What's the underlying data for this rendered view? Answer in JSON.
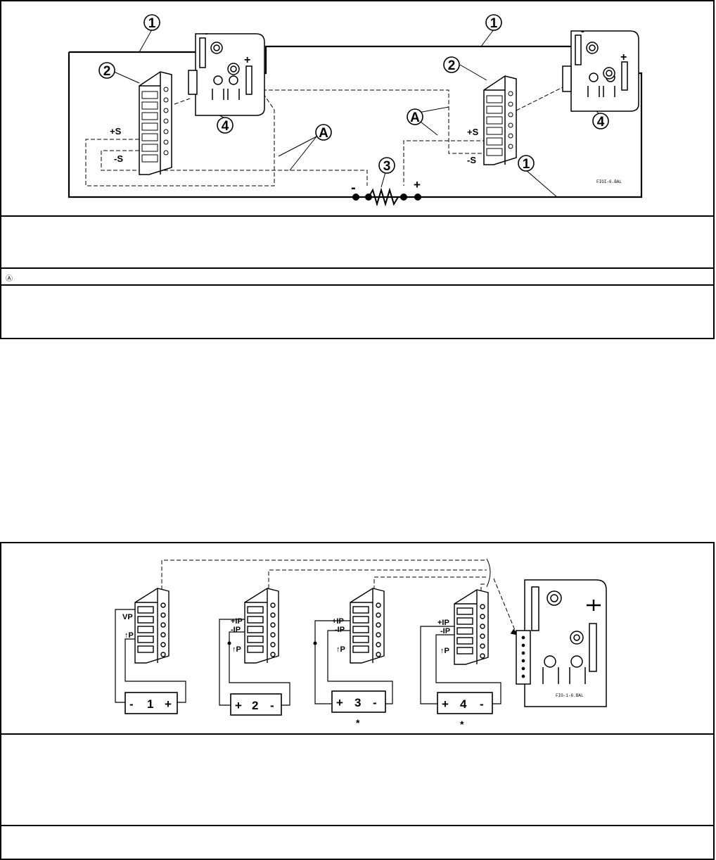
{
  "figure1": {
    "callouts": {
      "c1": "1",
      "c2": "2",
      "c3": "3",
      "c4": "4",
      "cA": "A"
    },
    "labels": {
      "plus_s": "+S",
      "minus_s": "-S",
      "plus": "+",
      "minus": "-"
    },
    "drawing_code": "FIGI-6.BAL"
  },
  "figure1_rows": {
    "key_symbol": "Ⓐ"
  },
  "figure2": {
    "left_labels": {
      "vp": "VP",
      "ip": "↑P"
    },
    "block_labels": {
      "plus_ip": "+IP",
      "minus_ip": "-IP",
      "vp": "↑P"
    },
    "boxes": [
      {
        "left": "-",
        "num": "1",
        "right": "+"
      },
      {
        "left": "+",
        "num": "2",
        "right": "-"
      },
      {
        "left": "+",
        "num": "3",
        "right": "-"
      },
      {
        "left": "+",
        "num": "4",
        "right": "-"
      }
    ],
    "asterisk": "*",
    "drawing_code": "FIG-1-6.BAL"
  },
  "colors": {
    "ink": "#000000",
    "paper": "#ffffff"
  },
  "icons": [
    "terminal-block-icon",
    "module-board-icon",
    "resistor-icon",
    "connector-icon"
  ]
}
